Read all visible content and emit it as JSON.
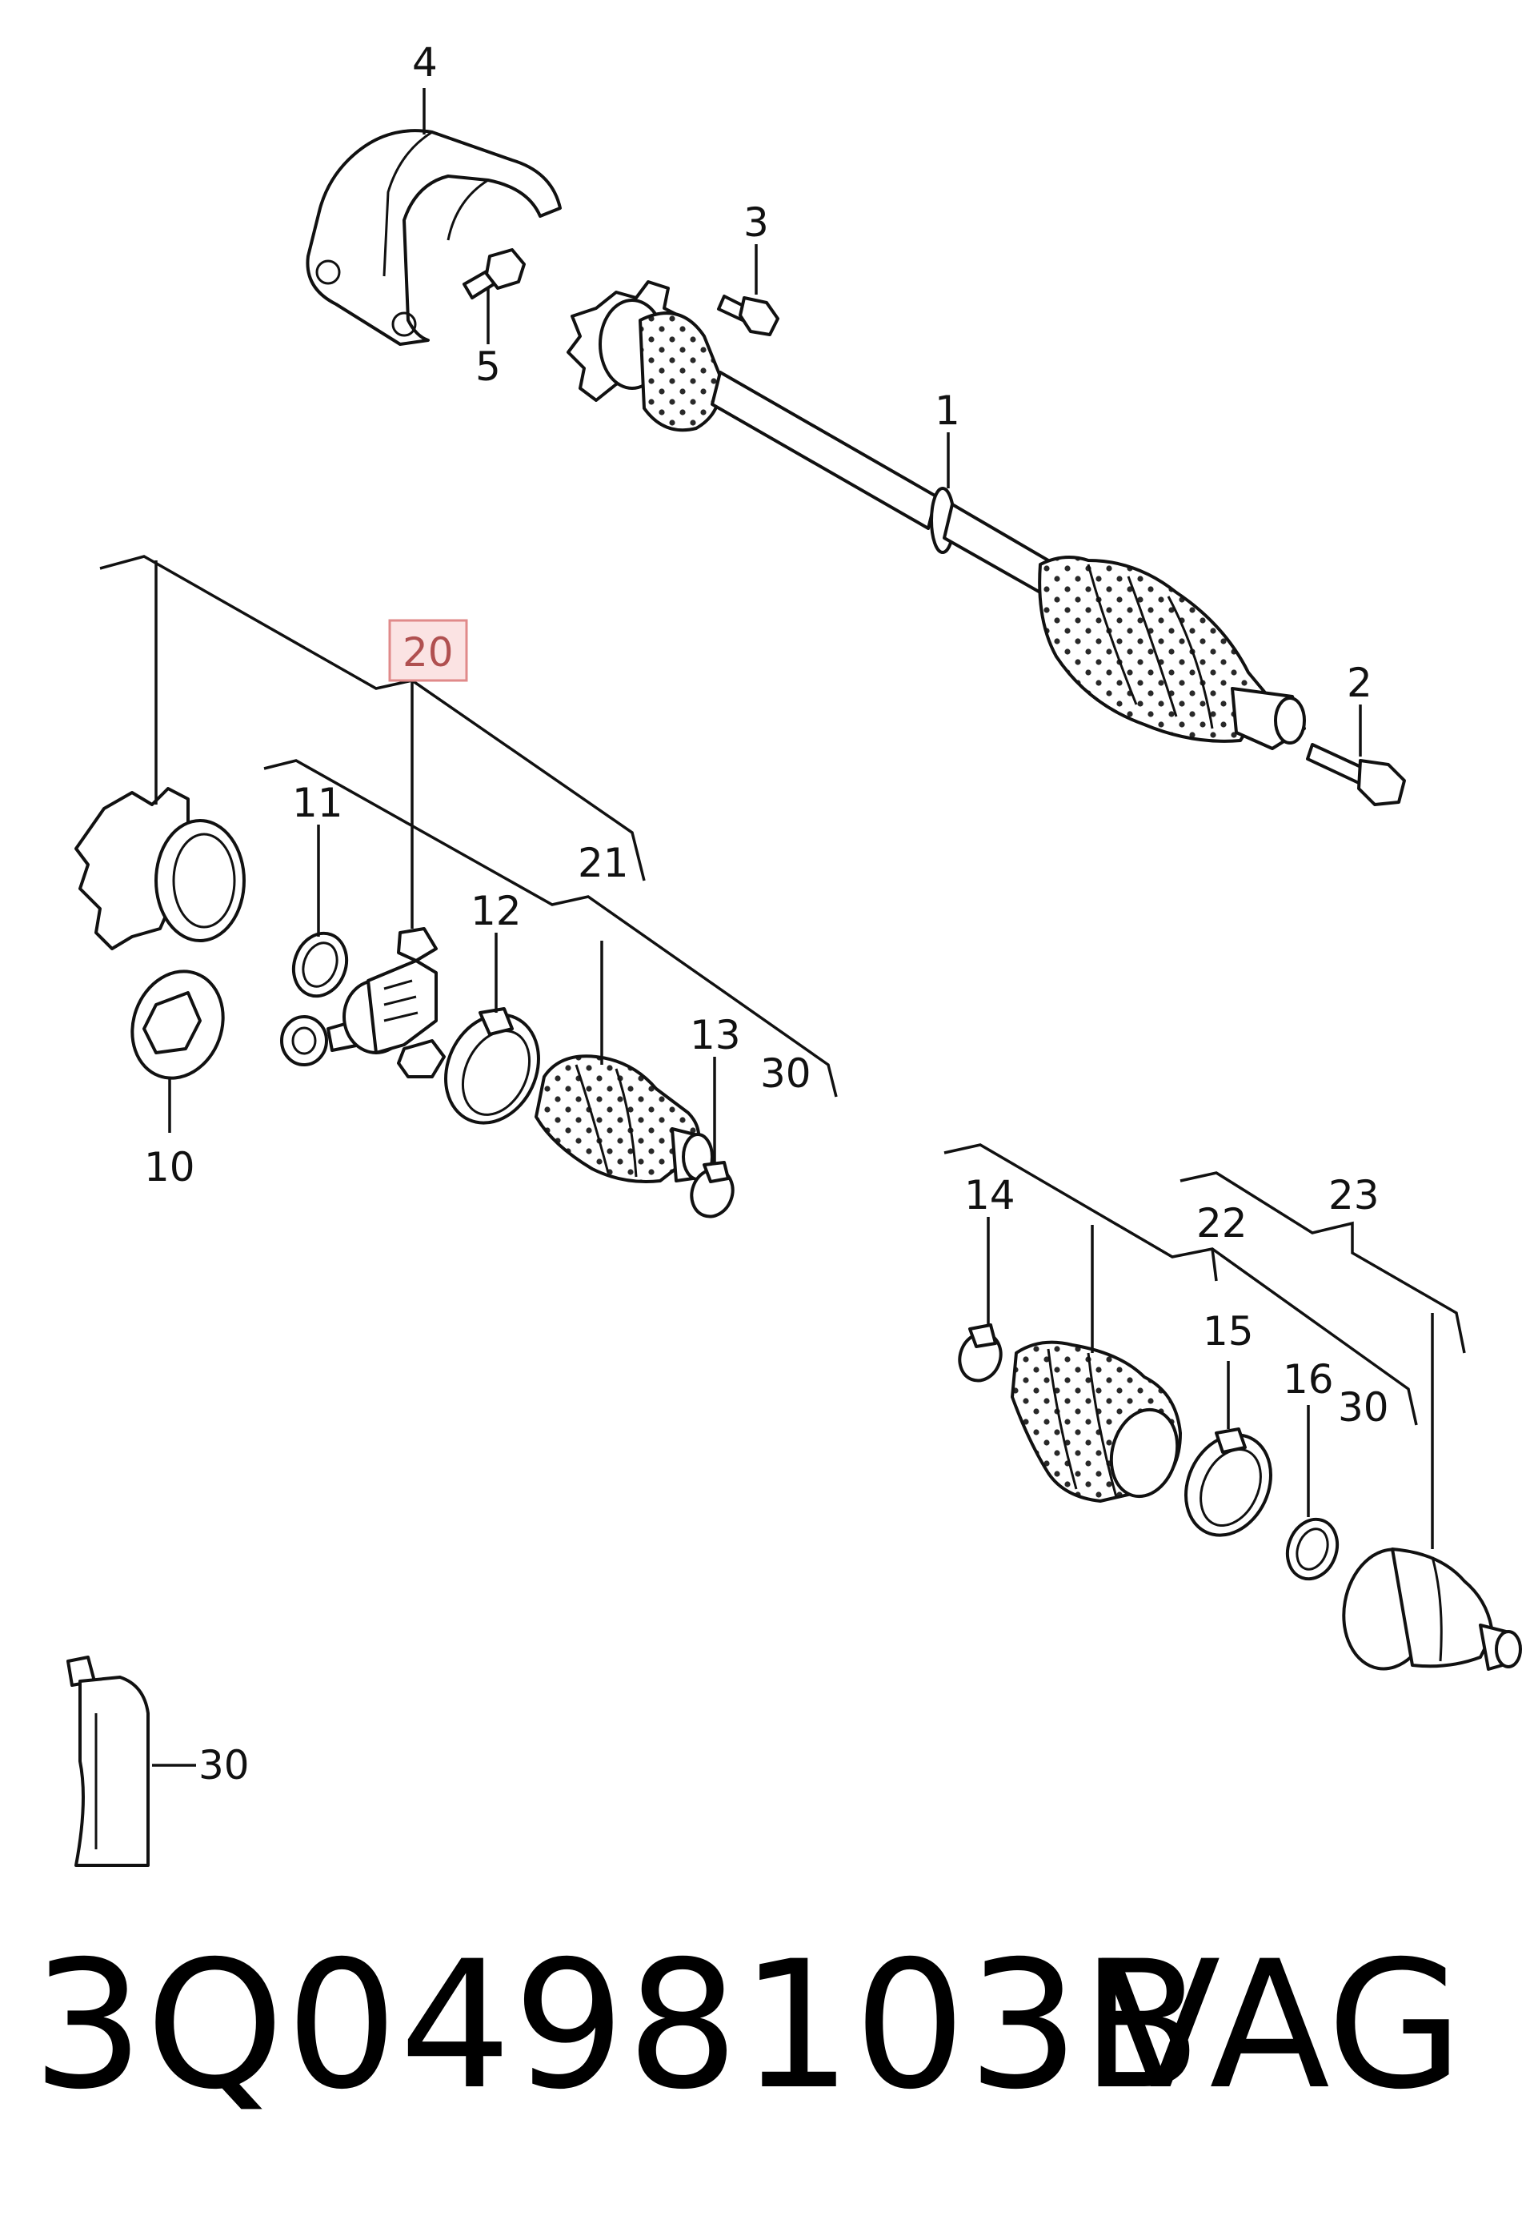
{
  "callouts": {
    "c1": "1",
    "c2": "2",
    "c3": "3",
    "c4": "4",
    "c5": "5",
    "c10": "10",
    "c11": "11",
    "c12": "12",
    "c13": "13",
    "c14": "14",
    "c15": "15",
    "c16": "16",
    "c20": "20",
    "c21": "21",
    "c22": "22",
    "c23": "23",
    "c30a": "30",
    "c30b": "30",
    "c30c": "30"
  },
  "footer": {
    "part_number": "3Q0498103B",
    "brand": "VAG"
  },
  "highlight_color": "#e08a8a"
}
